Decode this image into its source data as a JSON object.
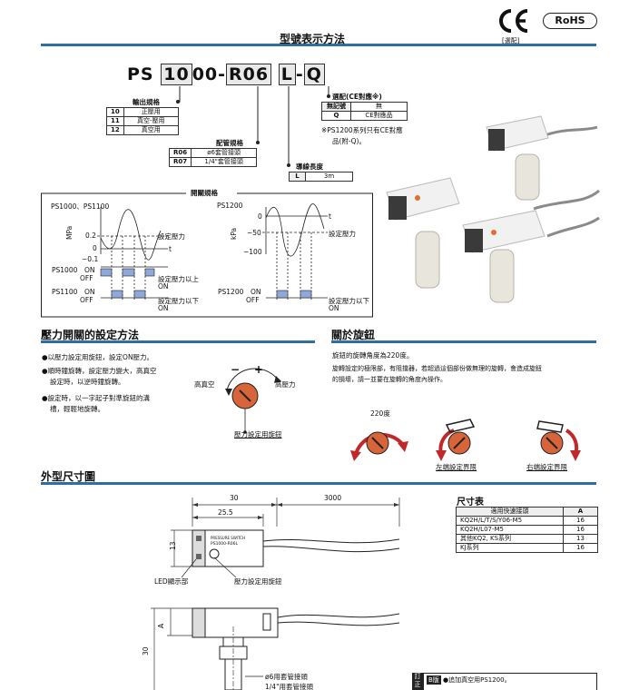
{
  "header": {
    "ce_mark": "CE",
    "ce_caption": "[選配]",
    "rohs": "RoHS",
    "title": "型號表示方法"
  },
  "model": {
    "prefix": "PS",
    "box1": "10",
    "mid": "00",
    "dash1": "-",
    "box2": "R06",
    "lead": "L",
    "dash2": "-",
    "box3": "Q"
  },
  "output_spec": {
    "title": "輸出規格",
    "rows": [
      {
        "code": "10",
        "desc": "正壓用"
      },
      {
        "code": "11",
        "desc": "真空-壓用"
      },
      {
        "code": "12",
        "desc": "真空用"
      }
    ]
  },
  "piping_spec": {
    "title": "配管規格",
    "rows": [
      {
        "code": "R06",
        "desc": "ø6套管接頭"
      },
      {
        "code": "R07",
        "desc": "1/4\"套管接頭"
      }
    ]
  },
  "wire_spec": {
    "title": "導線長度",
    "rows": [
      {
        "code": "L",
        "desc": "3m"
      }
    ]
  },
  "option_spec": {
    "title": "選配(CE對應※)",
    "rows": [
      {
        "code": "無記號",
        "desc": "無"
      },
      {
        "code": "Q",
        "desc": "CE對應品"
      }
    ],
    "note1": "※PS1200系列只有CE對應",
    "note2": "品(附-Q)。"
  },
  "switch_spec": {
    "title": "開關規格",
    "left_title": "PS1000、PS1100",
    "right_title": "PS1200",
    "left_unit": "MPa",
    "right_unit": "kPa",
    "left_ticks": [
      "0.2",
      "0",
      "−0.1"
    ],
    "right_ticks": [
      "0",
      "−50",
      "−100"
    ],
    "setting_label": "設定壓力",
    "t_label": "t",
    "ps1000": "PS1000",
    "ps1100": "PS1100",
    "ps1200": "PS1200",
    "on": "ON",
    "off": "OFF",
    "above_label": "設定壓力以上",
    "below_label": "設定壓力以下",
    "on_label": "ON"
  },
  "pressure_setting": {
    "title": "壓力開關的設定方法",
    "items": [
      "●以壓力設定用旋鈕，設定ON壓力。",
      "●順時鐘旋轉，設定壓力變大，高真空",
      "設定時，以逆時鐘旋轉。",
      "●設定時，以一字起子對準旋鈕的溝",
      "槽，輕輕地旋轉。"
    ],
    "minus": "−",
    "plus": "+",
    "high_vacuum": "高真空",
    "high_pressure": "高壓力",
    "knob_label": "壓力設定用旋鈕"
  },
  "knob_section": {
    "title": "關於旋鈕",
    "lines": [
      "旋鈕的旋轉角度為220度。",
      "旋轉設定的極限部，有阻擋器，若超過這個部份做無理的旋轉，會造成旋鈕",
      "的損壞，請一並要在旋轉的角度內操作。"
    ],
    "degree": "220度",
    "left_limit": "左端設定界限",
    "right_limit": "右端設定界限"
  },
  "dimensions": {
    "title": "外型尺寸圖",
    "d30": "30",
    "d3000": "3000",
    "d255": "25.5",
    "d13": "13",
    "dA": "A",
    "d30v": "30",
    "led_label": "LED顯示部",
    "knob_label": "壓力設定用旋鈕",
    "fitting1": "ø6用套管接頭",
    "fitting2": "1/4\"用套管接頭",
    "sensor_text1": "PRESSURE SWITCH",
    "sensor_text2": "PS1000-R06L"
  },
  "size_table": {
    "title": "尺寸表",
    "headers": [
      "適用快速接頭",
      "A"
    ],
    "rows": [
      [
        "KQ2H/L/T/S/Y06-M5",
        "16"
      ],
      [
        "KQ2H/L07-M5",
        "16"
      ],
      [
        "其他KQ2, KS系列",
        "13"
      ],
      [
        "KJ系列",
        "16"
      ]
    ]
  },
  "footer": {
    "tag": "訂正",
    "badge": "B版",
    "note": "●追加真空用PS1200。"
  },
  "colors": {
    "accent": "#2f6f9f",
    "arrow_red": "#c0282a",
    "knob_orange": "#d8643a",
    "chart_fill": "#8fa8d8"
  }
}
